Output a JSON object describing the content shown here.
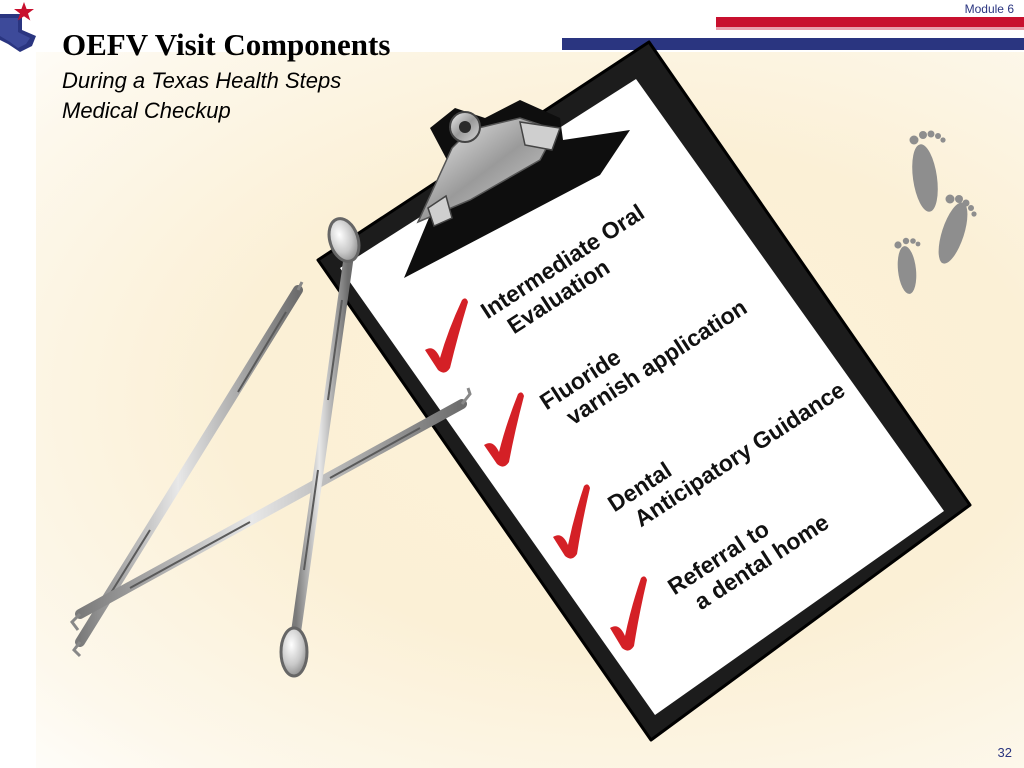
{
  "header": {
    "module_label": "Module 6",
    "title": "OEFV Visit Components",
    "subtitle": "During a Texas Health Steps Medical Checkup"
  },
  "checklist": {
    "items": [
      {
        "line1": "Intermediate Oral",
        "line2": "Evaluation",
        "checked": true
      },
      {
        "line1": "Fluoride",
        "line2": "varnish application",
        "checked": true
      },
      {
        "line1": "Dental",
        "line2": "Anticipatory Guidance",
        "checked": true
      },
      {
        "line1": "Referral to",
        "line2": "a dental home",
        "checked": true
      }
    ]
  },
  "colors": {
    "accent_red": "#c8102e",
    "accent_blue": "#2a3580",
    "check_red": "#d42026",
    "clipboard": "#1c1c1c"
  },
  "icons": [
    "texas-star-logo-icon",
    "dental-mirror-icon",
    "dental-explorer-icon",
    "dental-scaler-icon",
    "footprints-icon",
    "checkmark-icon"
  ],
  "footer": {
    "page_number": "32"
  }
}
